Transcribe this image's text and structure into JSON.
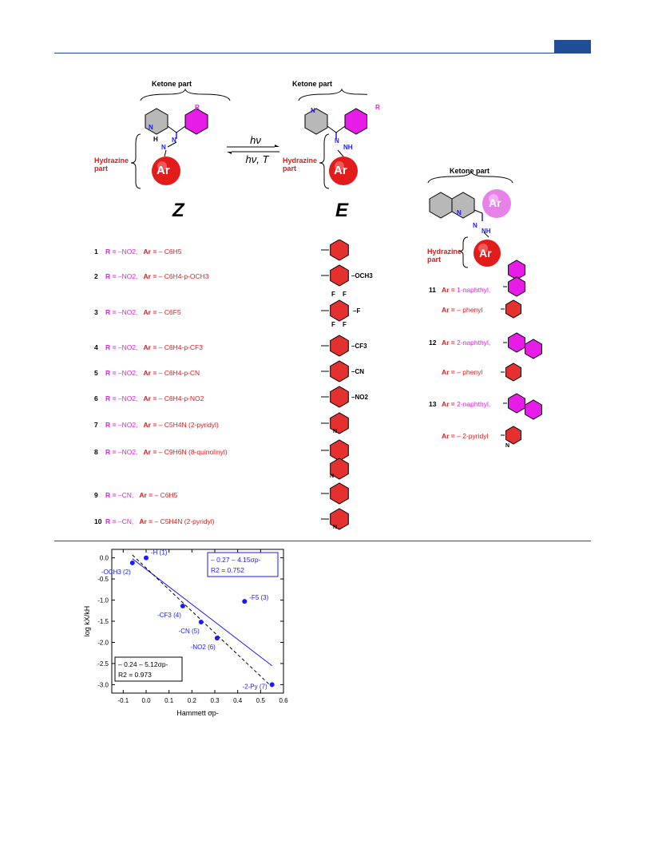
{
  "scheme": {
    "ketone_part": "Ketone part",
    "hydrazine_part_line1": "Hydrazine",
    "hydrazine_part_line2": "part",
    "ar_label": "Ar",
    "r_label": "R",
    "n_label": "N",
    "h_label": "H",
    "nh_label": "NH",
    "isomer_z": "Z",
    "isomer_e": "E",
    "forward_label": "hν",
    "reverse_label": "hν, T"
  },
  "compounds": [
    {
      "num": "1",
      "r": "–NO2,",
      "ar": "– C6H5"
    },
    {
      "num": "2",
      "r": "–NO2,",
      "ar": "– C6H4-p-OCH3"
    },
    {
      "num": "3",
      "r": "–NO2,",
      "ar": "– C6F5"
    },
    {
      "num": "4",
      "r": "–NO2,",
      "ar": "– C6H4-p-CF3"
    },
    {
      "num": "5",
      "r": "–NO2,",
      "ar": "– C6H4-p-CN"
    },
    {
      "num": "6",
      "r": "–NO2,",
      "ar": "– C6H4-p-NO2"
    },
    {
      "num": "7",
      "r": "–NO2,",
      "ar": "– C5H4N (2-pyridyl)"
    },
    {
      "num": "8",
      "r": "–NO2,",
      "ar": "– C9H6N (8-quinolinyl)"
    },
    {
      "num": "9",
      "r": "–CN,",
      "ar": "– C6H5"
    },
    {
      "num": "10",
      "r": "–CN,",
      "ar": "– C5H4N (2-pyridyl)"
    }
  ],
  "r_prefix": "R =",
  "ar_prefix": "Ar =",
  "substituents": {
    "och3": "OCH3",
    "f": "F",
    "cf3": "CF3",
    "cn": "CN",
    "no2": "NO2"
  },
  "quinoline_compounds": [
    {
      "num": "11",
      "ar1": "1-naphthyl,",
      "ar2": "– phenyl"
    },
    {
      "num": "12",
      "ar1": "2-naphthyl,",
      "ar2": "– phenyl"
    },
    {
      "num": "13",
      "ar1": "2-naphthyl,",
      "ar2": "– 2-pyridyl"
    }
  ],
  "chart_data": {
    "type": "scatter",
    "xlabel": "Hammett σp-",
    "ylabel": "log kX/kH",
    "xlim": [
      -0.15,
      0.6
    ],
    "ylim": [
      -3.2,
      0.2
    ],
    "xticks": [
      "-0.1",
      "0.0",
      "0.1",
      "0.2",
      "0.3",
      "0.4",
      "0.5",
      "0.6"
    ],
    "yticks": [
      "0.0",
      "-0.5",
      "-1.0",
      "-1.5",
      "-2.0",
      "-2.5",
      "-3.0"
    ],
    "points": [
      {
        "label": "-H (1)",
        "x": 0.0,
        "y": 0.0
      },
      {
        "label": "-OCH3 (2)",
        "x": -0.06,
        "y": -0.12
      },
      {
        "label": "-F5 (3)",
        "x": 0.43,
        "y": -1.03
      },
      {
        "label": "-CF3 (4)",
        "x": 0.16,
        "y": -1.14
      },
      {
        "label": "-CN (5)",
        "x": 0.24,
        "y": -1.52
      },
      {
        "label": "-NO2 (6)",
        "x": 0.31,
        "y": -1.9
      },
      {
        "label": "-2-Py (7)",
        "x": 0.55,
        "y": -3.0
      }
    ],
    "fits": [
      {
        "equation": "– 0.27 – 4.15σp-",
        "r2": "R2 = 0.752",
        "intercept": -0.27,
        "slope": -4.15,
        "style": "solid"
      },
      {
        "equation": "– 0.24 – 5.12σp-",
        "r2": "R2 = 0.973",
        "intercept": -0.24,
        "slope": -5.12,
        "style": "dashed"
      }
    ]
  }
}
